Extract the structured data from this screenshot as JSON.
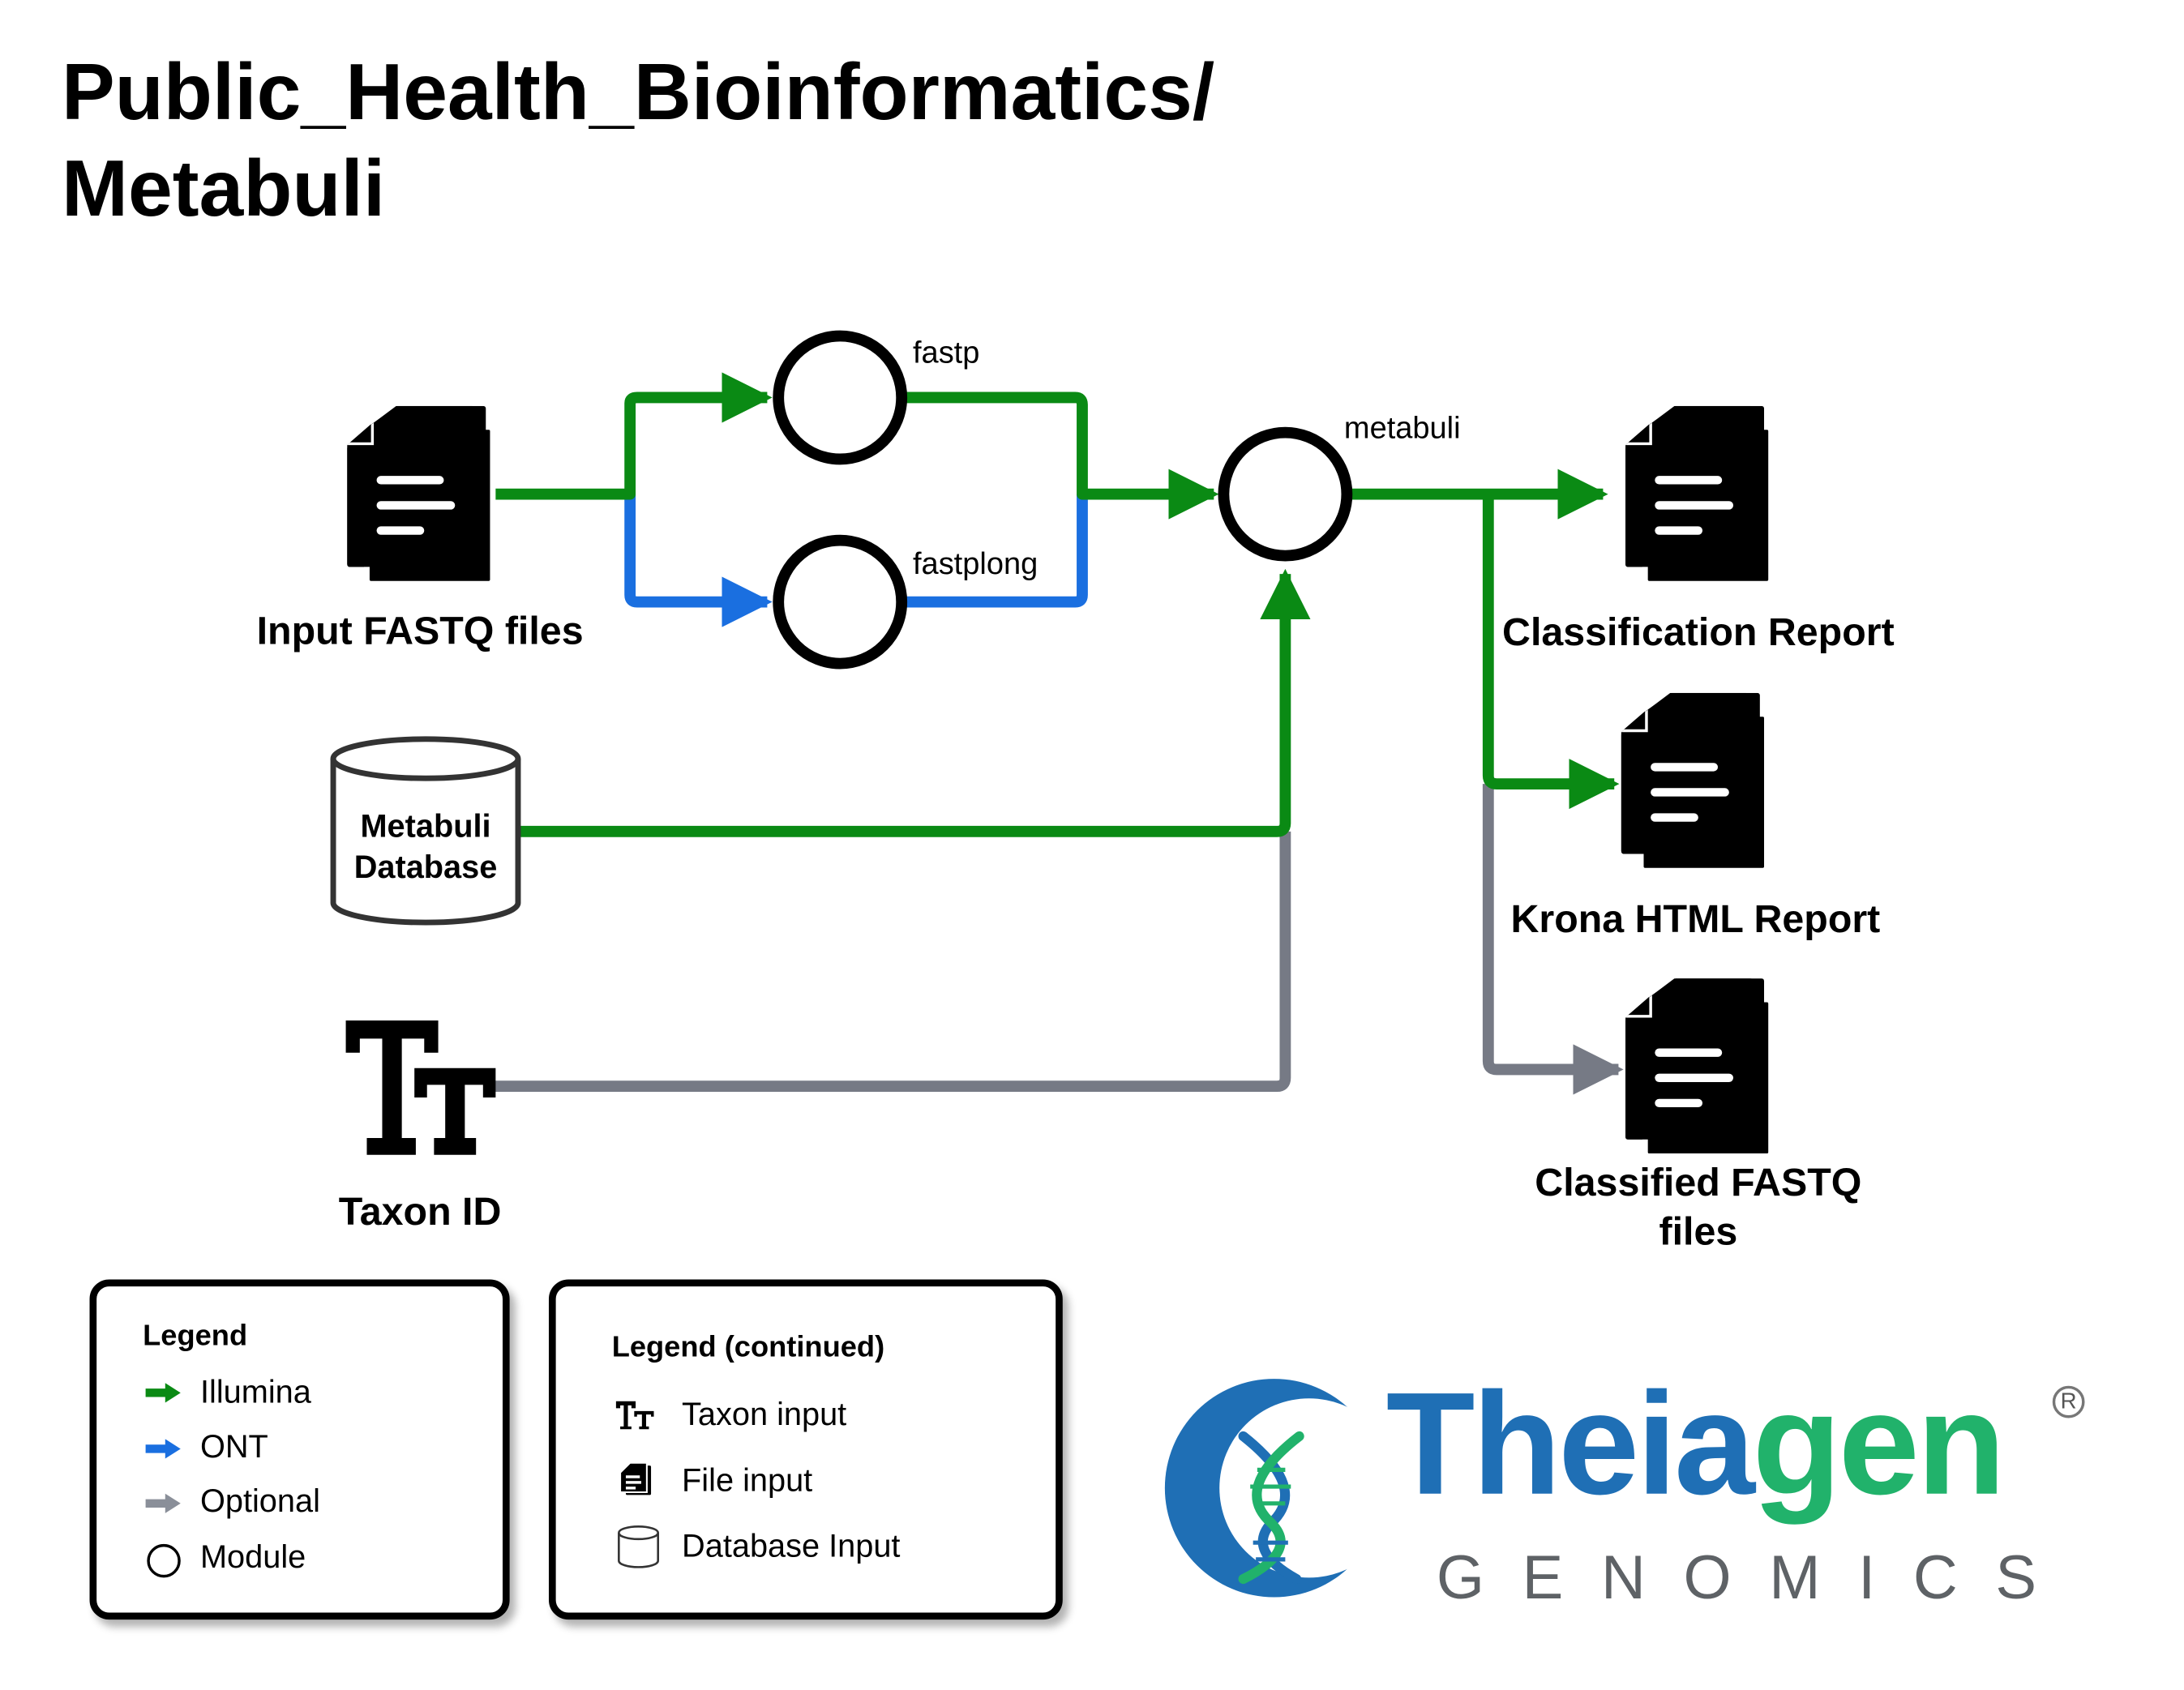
{
  "title": {
    "line1": "Public_Health_Bioinformatics/",
    "line2": "Metabuli"
  },
  "nodes": {
    "input_fastq": "Input FASTQ files",
    "fastp": "fastp",
    "fastplong": "fastplong",
    "metabuli": "metabuli",
    "database_line1": "Metabuli",
    "database_line2": "Database",
    "taxon_id": "Taxon ID",
    "classification_report": "Classification Report",
    "krona_report": "Krona HTML Report",
    "classified_fastq_line1": "Classified FASTQ",
    "classified_fastq_line2": "files"
  },
  "legend": {
    "title": "Legend",
    "items": [
      {
        "label": "Illumina",
        "icon": "arrow-icon",
        "color": "#0a8a14"
      },
      {
        "label": "ONT",
        "icon": "arrow-icon",
        "color": "#1a6fe0"
      },
      {
        "label": "Optional",
        "icon": "arrow-icon",
        "color": "#8a8f99"
      },
      {
        "label": "Module",
        "icon": "circle-icon",
        "color": "#000000"
      }
    ]
  },
  "legend_continued": {
    "title": "Legend (continued)",
    "items": [
      {
        "label": "Taxon input",
        "icon": "text-tt-icon"
      },
      {
        "label": "File input",
        "icon": "document-icon"
      },
      {
        "label": "Database Input",
        "icon": "database-icon"
      }
    ]
  },
  "logo": {
    "word_part1": "Theia",
    "word_part2": "gen",
    "sub": "GENOMICS",
    "registered": "R"
  },
  "colors": {
    "illumina": "#0a8a14",
    "ont": "#1a6fe0",
    "optional": "#767a85",
    "brand_blue": "#1f6fb5",
    "brand_green": "#21b26b"
  }
}
